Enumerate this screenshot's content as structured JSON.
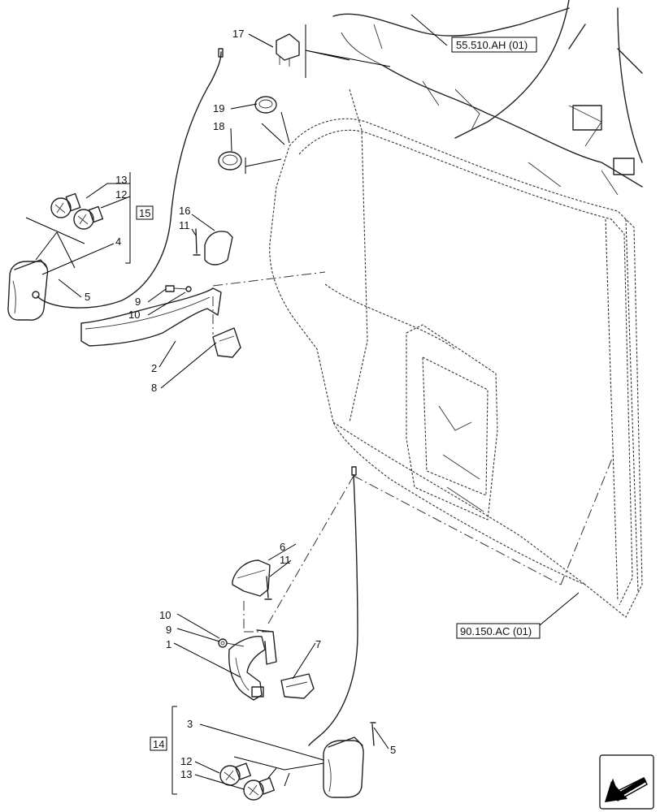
{
  "callouts": {
    "c17": "17",
    "c19": "19",
    "c18": "18",
    "c13a": "13",
    "c12a": "12",
    "c15": "15",
    "c4": "4",
    "c5a": "5",
    "c16": "16",
    "c11a": "11",
    "c9a": "9",
    "c10a": "10",
    "c2": "2",
    "c8": "8",
    "c6": "6",
    "c11b": "11",
    "c10b": "10",
    "c9b": "9",
    "c1": "1",
    "c7": "7",
    "c3": "3",
    "c14": "14",
    "c5b": "5",
    "c12b": "12",
    "c13b": "13"
  },
  "references": {
    "ref_top": "55.510.AH (01)",
    "ref_mid": "90.150.AC (01)"
  },
  "icons": {
    "navigation": "back-arrow-icon"
  }
}
